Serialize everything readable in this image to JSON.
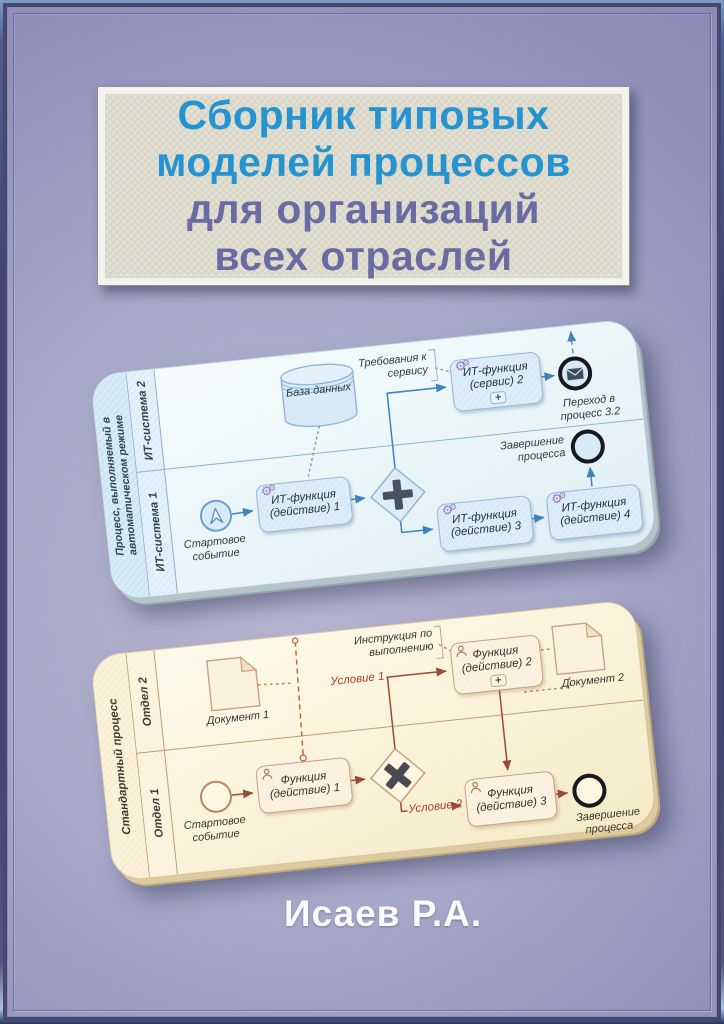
{
  "cover": {
    "title_lines": [
      "Сборник типовых",
      "моделей процессов",
      "для организаций",
      "всех отраслей"
    ],
    "author": "Исаев Р.А.",
    "colors": {
      "title_blue": "#2593cf",
      "title_purple": "#6b6ba3",
      "background_purple": "#9494bd",
      "card_blue": "#eaf5f8",
      "card_cream": "#faf3d9",
      "condition_red": "#b23b2e"
    }
  },
  "it_diagram": {
    "pool_label_line1": "Процесс, выполняемый в",
    "pool_label_line2": "автоматическом режиме",
    "lane_top": "ИТ-система 2",
    "lane_bottom": "ИТ-система 1",
    "database_label": "База данных",
    "annotation": "Требования к сервису",
    "start_label": "Стартовое событие",
    "task1": "ИТ-функция (действие) 1",
    "task2": "ИТ-функция (сервис) 2",
    "task2_marker": "+",
    "task3": "ИТ-функция (действие) 3",
    "task4": "ИТ-функция (действие) 4",
    "message_end_label": "Переход в процесс 3.2",
    "end_label": "Завершение процесса"
  },
  "std_diagram": {
    "pool_label": "Стандартный процесс",
    "lane_top": "Отдел 2",
    "lane_bottom": "Отдел 1",
    "doc1_label": "Документ 1",
    "doc2_label": "Документ 2",
    "annotation": "Инструкция по выполнению",
    "cond1": "Условие 1",
    "cond2": "Условие 2",
    "start_label": "Стартовое событие",
    "task1": "Функция (действие) 1",
    "task2": "Функция (действие) 2",
    "task2_marker": "+",
    "task3": "Функция (действие) 3",
    "end_label": "Завершение процесса"
  }
}
